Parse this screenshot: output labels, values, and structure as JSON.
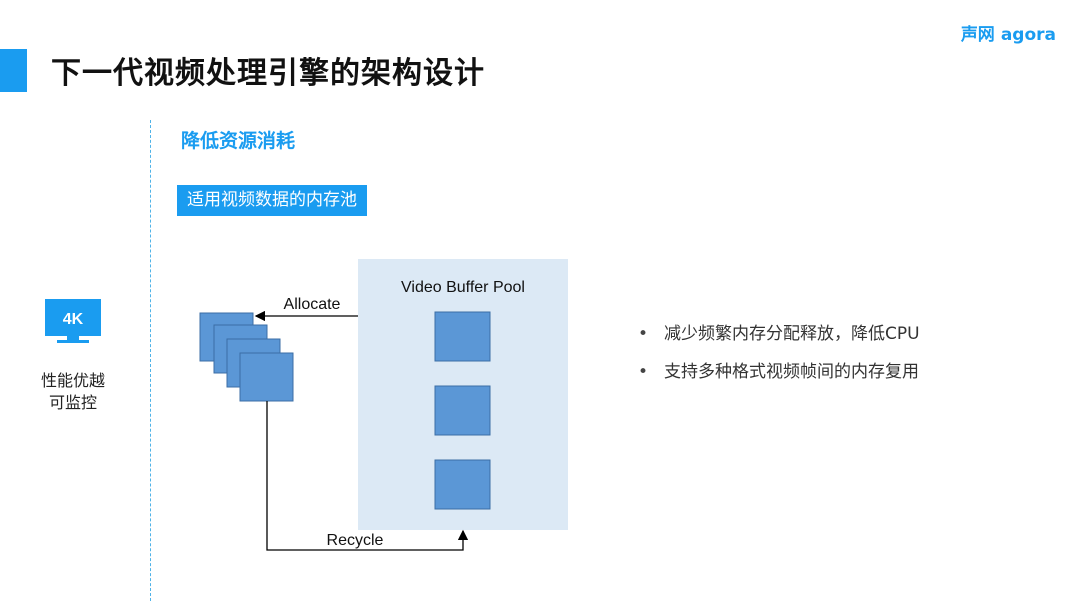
{
  "slide": {
    "title": "下一代视频处理引擎的架构设计",
    "logo": {
      "cn": "声网",
      "en": "agora"
    }
  },
  "sidebar": {
    "icon_label": "4K",
    "label_line1": "性能优越",
    "label_line2": "可监控"
  },
  "section": {
    "title": "降低资源消耗",
    "tag": "适用视频数据的内存池"
  },
  "diagram": {
    "pool_label": "Video Buffer Pool",
    "allocate_label": "Allocate",
    "recycle_label": "Recycle"
  },
  "bullets": [
    "减少频繁内存分配释放，降低CPU",
    "支持多种格式视频帧间的内存复用"
  ],
  "colors": {
    "accent": "#1a9cf0",
    "pool_bg": "#dce9f5",
    "buffer_fill": "#5b97d6",
    "buffer_stroke": "#3b6ea5"
  }
}
